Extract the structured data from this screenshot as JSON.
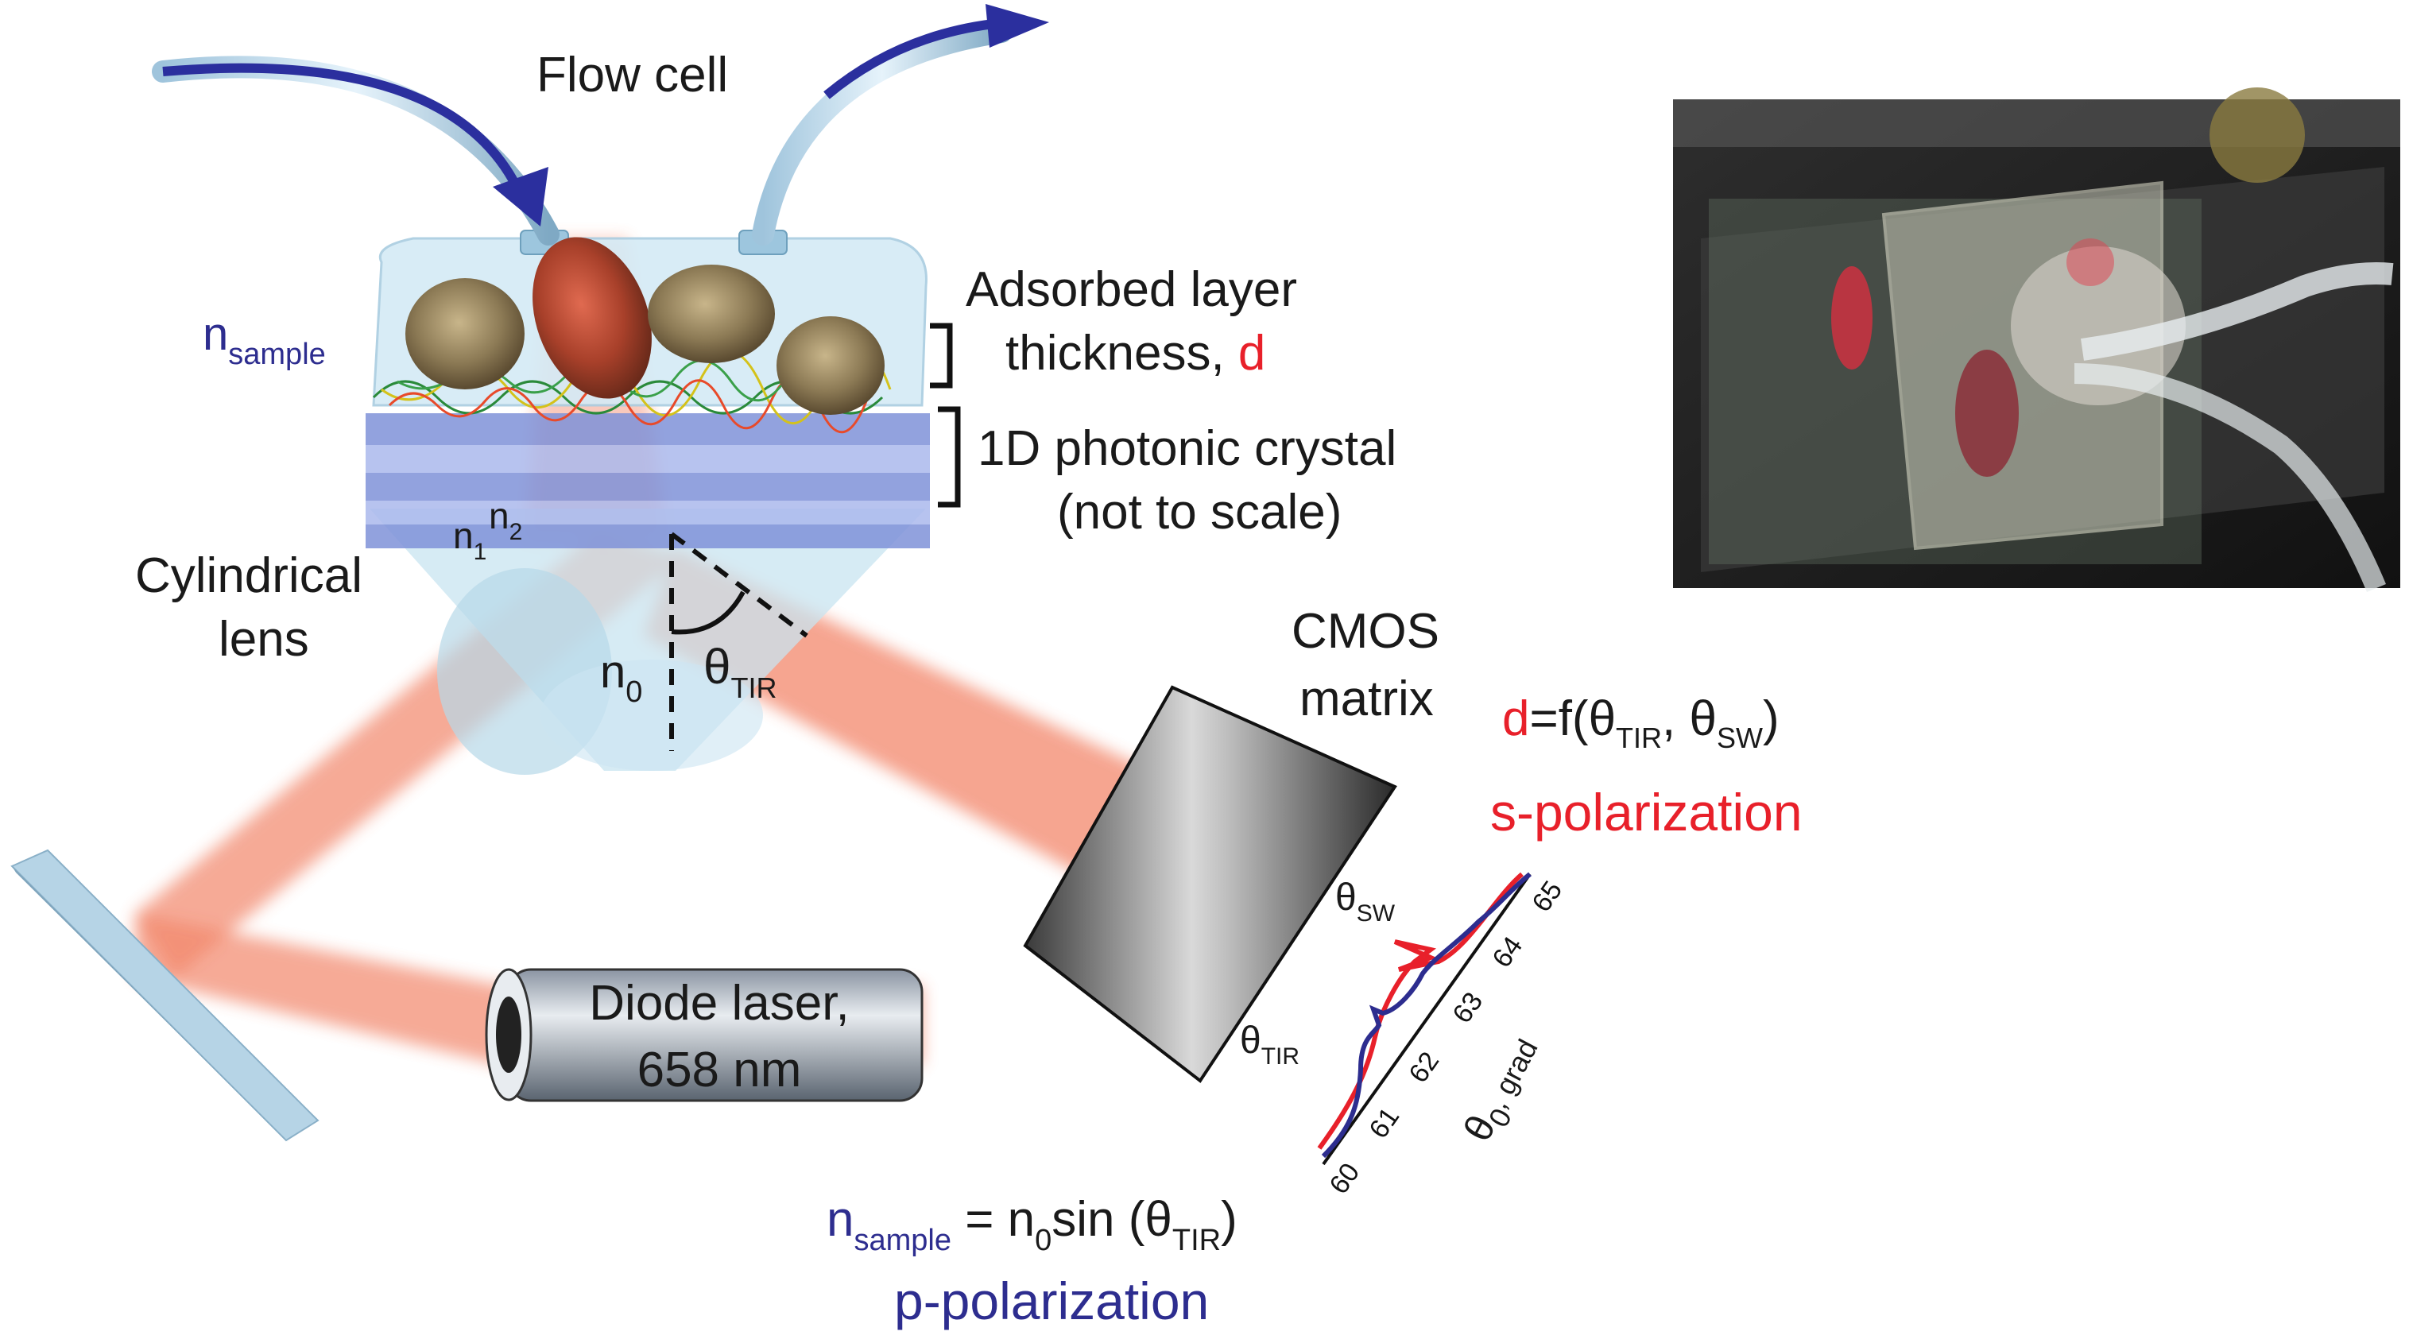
{
  "labels": {
    "flow_cell": "Flow cell",
    "n_sample_main": "n",
    "n_sample_sub": "sample",
    "adsorbed_line1": "Adsorbed layer",
    "adsorbed_line2_prefix": "thickness, ",
    "adsorbed_d": "d",
    "crystal_line1": "1D photonic crystal",
    "crystal_line2": "(not to scale)",
    "n1_main": "n",
    "n1_sub": "1",
    "n2_main": "n",
    "n2_sub": "2",
    "lens_line1": "Cylindrical",
    "lens_line2": "lens",
    "n0_main": "n",
    "n0_sub": "0",
    "theta": "θ",
    "tir_sub": "TIR",
    "sw_sub": "SW",
    "cmos_line1": "CMOS",
    "cmos_line2": "matrix",
    "formula_d": "d",
    "formula_rest1": "=f(θ",
    "formula_tir": "TIR",
    "formula_comma": ", θ",
    "formula_sw": "SW",
    "formula_close": ")",
    "s_pol": "s-polarization",
    "p_pol": "p-polarization",
    "laser_line1": "Diode laser,",
    "laser_line2": "658 nm",
    "eq_n": "n",
    "eq_sample": "sample",
    "eq_mid": " = n",
    "eq_0": "0",
    "eq_sin": "sin (θ",
    "eq_tir": "TIR",
    "eq_close": ")",
    "axis_theta": "θ",
    "axis_sub": "0",
    "axis_unit": ", grad",
    "ticks": [
      "60",
      "61",
      "62",
      "63",
      "64",
      "65"
    ]
  },
  "colors": {
    "beam": "#f07050",
    "arrow": "#2b2f9e",
    "s_curve": "#e8202a",
    "p_curve": "#2d2d8f",
    "highlight_red": "#e8202a",
    "highlight_blue": "#2d2d8f"
  },
  "icons": {
    "inflow_arrow": "curved-arrow-in",
    "outflow_arrow": "curved-arrow-out",
    "photo": "flow-cell-photo"
  }
}
